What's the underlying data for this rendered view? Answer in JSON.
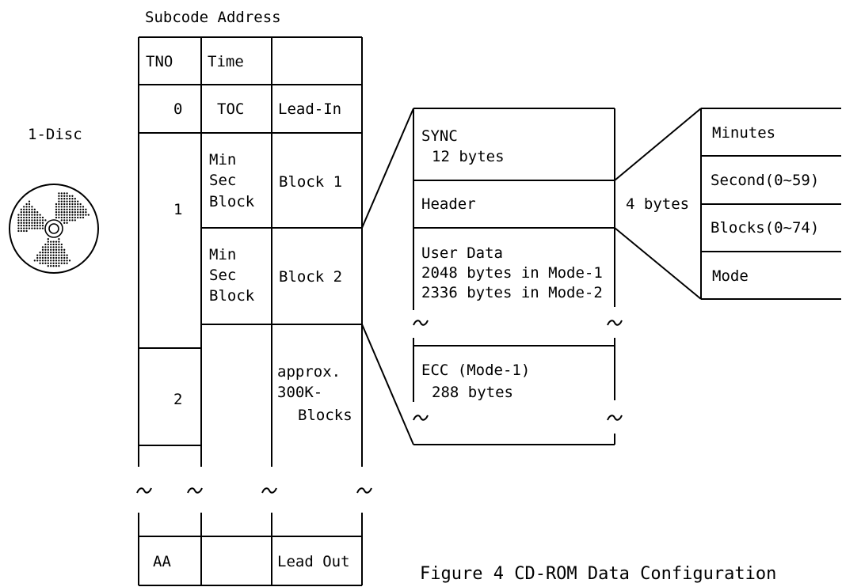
{
  "figure": {
    "caption": "Figure 4 CD-ROM Data Configuration"
  },
  "disc": {
    "label": "1-Disc",
    "icon": "disc-icon"
  },
  "subcode_table": {
    "title": "Subcode Address",
    "headers": {
      "tno": "TNO",
      "time": "Time"
    },
    "lead_in": {
      "tno": "0",
      "time": "TOC",
      "area": "Lead-In"
    },
    "track_1": {
      "tno": "1",
      "blocks": [
        {
          "time": [
            "Min",
            "Sec",
            "Block"
          ],
          "label": "Block 1"
        },
        {
          "time": [
            "Min",
            "Sec",
            "Block"
          ],
          "label": "Block 2"
        }
      ]
    },
    "track_2": {
      "tno": "2",
      "area": [
        "approx.",
        "300K-",
        "Blocks"
      ]
    },
    "lead_out": {
      "tno": "AA",
      "area": "Lead Out"
    }
  },
  "sector": {
    "sync": {
      "name": "SYNC",
      "size": "12 bytes"
    },
    "header": {
      "name": "Header",
      "size": "4 bytes"
    },
    "user_data": {
      "name": "User Data",
      "sizes": [
        "2048 bytes in Mode-1",
        "2336 bytes in Mode-2"
      ]
    },
    "ecc": {
      "name": "ECC (Mode-1)",
      "size": "288 bytes"
    }
  },
  "header_detail": {
    "fields": [
      "Minutes",
      "Second(0~59)",
      "Blocks(0~74)",
      "Mode"
    ]
  },
  "colors": {
    "line": "#000000",
    "text": "#000000",
    "background": "#ffffff"
  }
}
